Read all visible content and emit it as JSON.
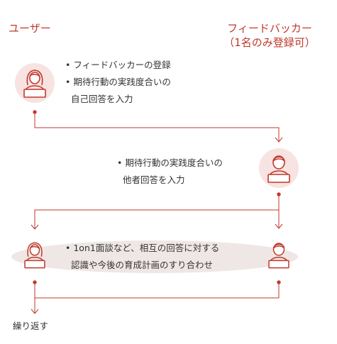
{
  "roles": {
    "user": "ユーザー",
    "feedbacker_line1": "フィードバッカー",
    "feedbacker_line2": "（1名のみ登録可）"
  },
  "steps": [
    {
      "lines": [
        "• フィードバッカーの登録",
        "• 期待行動の実践度合いの",
        "自己回答を入力"
      ]
    },
    {
      "lines": [
        "• 期待行動の実践度合いの",
        "他者回答を入力"
      ]
    },
    {
      "lines": [
        "• 1on1面談など、相互の回答に対する",
        "認識や今後の育成計画のすり合わせ"
      ]
    }
  ],
  "footer": "繰り返す",
  "colors": {
    "accent": "#c0392b",
    "icon_bg": "#f7e3e1",
    "highlight": "#efe7e5",
    "text": "#333333"
  },
  "icons": [
    "user-icon-female",
    "feedbacker-icon-male"
  ]
}
